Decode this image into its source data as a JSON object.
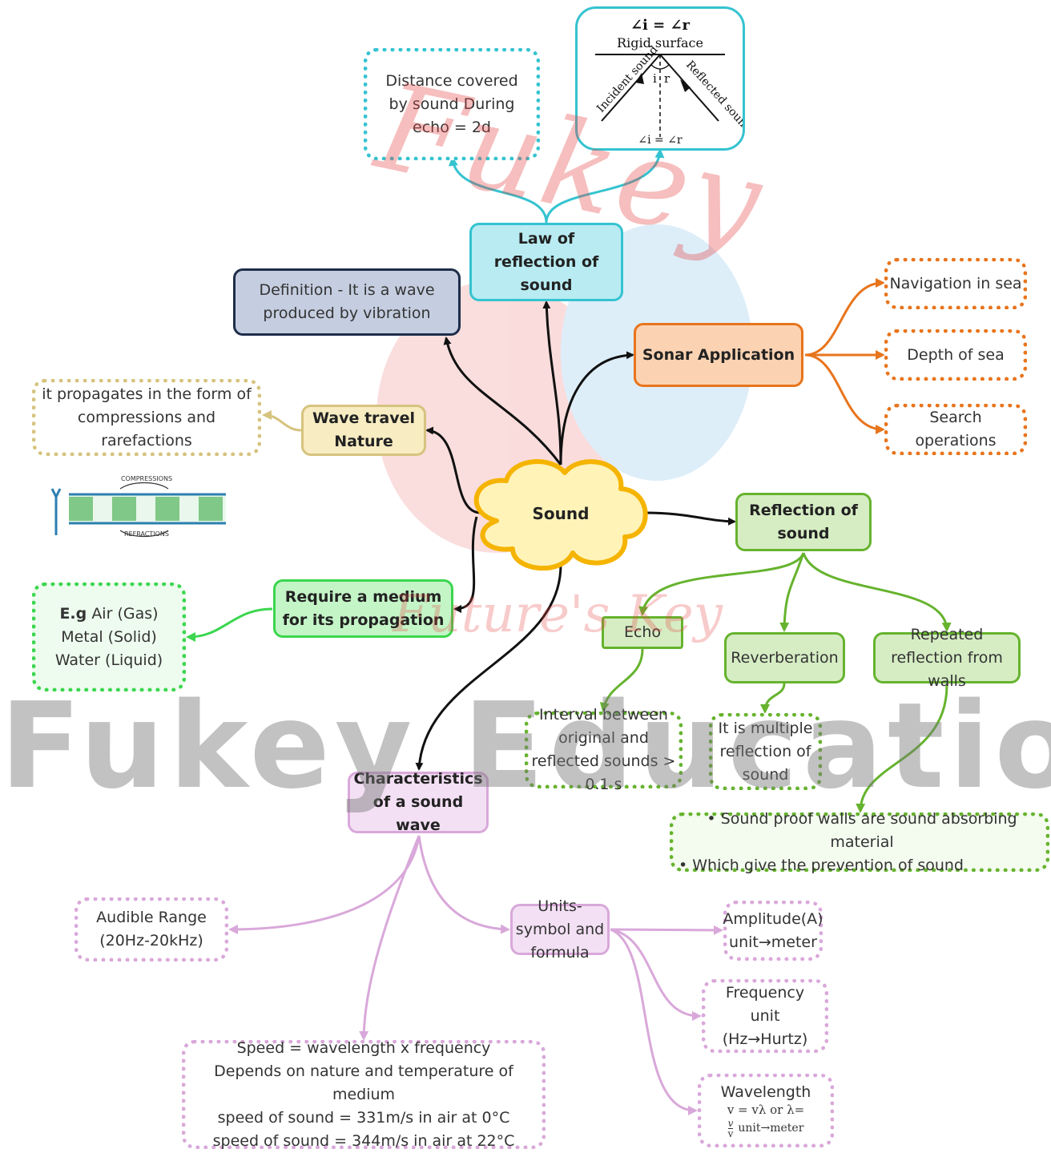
{
  "central": {
    "label": "Sound"
  },
  "law_reflection": {
    "label": "Law of reflection of sound",
    "distance_note": "Distance covered by sound During echo = 2d",
    "diagram": {
      "title": "∠i = ∠r",
      "surface": "Rigid surface",
      "incident": "Incident sound",
      "reflected": "Reflected sound",
      "i": "i",
      "r": "r",
      "bottom": "∠i = ∠r"
    }
  },
  "definition": {
    "label": "Definition - It is a wave produced by vibration"
  },
  "sonar": {
    "label": "Sonar Application",
    "items": [
      "Navigation in sea",
      "Depth of sea",
      "Search operations"
    ]
  },
  "wave_travel": {
    "label": "Wave travel Nature",
    "note": "it propagates in the form of compressions and rarefactions",
    "compressions_label": "COMPRESSIONS",
    "refractions_label": "REFRACTIONS"
  },
  "medium": {
    "label": "Require a medium for its propagation",
    "eg_prefix": "E.g",
    "examples": [
      "Air (Gas)",
      "Metal (Solid)",
      "Water (Liquid)"
    ]
  },
  "reflection": {
    "label": "Reflection of sound",
    "echo": "Echo",
    "echo_note": "Interval between original and reflected sounds > 0.1 s",
    "reverb": "Reverberation",
    "reverb_note": "It is multiple reflection of sound",
    "repeated": "Repeated reflection from walls",
    "walls_note": [
      "Sound proof walls are sound absorbing material",
      "Which give the prevention of sound"
    ]
  },
  "characteristics": {
    "label": "Characteristics of a sound wave",
    "audible": "Audible Range (20Hz-20kHz)",
    "speed": [
      "Speed = wavelength x frequency",
      "Depends on nature and temperature of medium",
      "speed of sound = 331m/s in air at 0°C",
      "speed of sound = 344m/s in air at 22°C"
    ],
    "units": "Units-symbol and formula",
    "amplitude": [
      "Amplitude(A)",
      "unit→meter"
    ],
    "frequency": [
      "Frequency",
      "unit (Hz→Hurtz)"
    ],
    "wavelength": {
      "title": "Wavelength",
      "formula": "v = vλ or λ=",
      "fraction_top": "v",
      "fraction_bottom": "v",
      "unit": "unit→meter"
    }
  },
  "watermarks": {
    "script": "Fukey",
    "script2": "Future's Key",
    "banner": "Fukey Education"
  },
  "colors": {
    "center_fill": "#fff3b8",
    "center_stroke": "#f5b400",
    "cyan": "#35c3d0",
    "cyan_fill": "#b8ecf2",
    "navy": "#1f2d4a",
    "navy_fill": "#c5cee0",
    "orange": "#e8741c",
    "orange_fill": "#fbd3b2",
    "tan": "#d6c37e",
    "tan_fill": "#f7ecc2",
    "bright_green": "#3bd64e",
    "bright_green_fill": "#c4f5c7",
    "green": "#66b32e",
    "green_fill": "#d6edc4",
    "pink": "#d9a8da",
    "pink_fill": "#f3e0f4"
  }
}
